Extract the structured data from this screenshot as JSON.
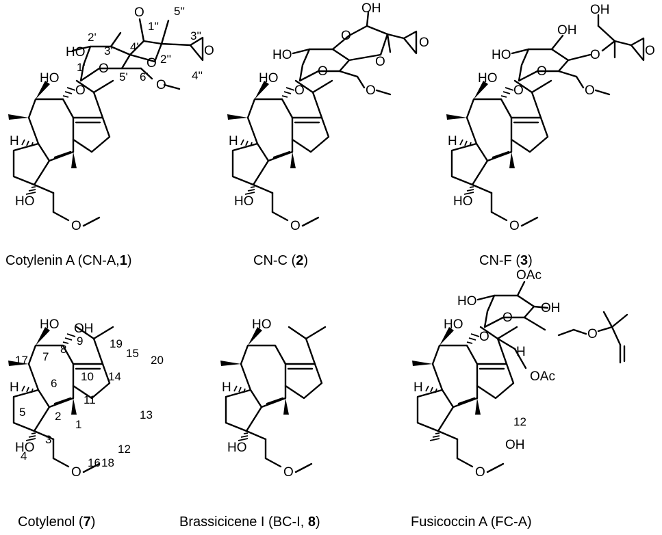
{
  "compounds": [
    {
      "name": "Cotylenin A (CN-A,",
      "bold": "1",
      "tail": ")"
    },
    {
      "name": "CN-C (",
      "bold": "2",
      "tail": ")"
    },
    {
      "name": "CN-F (",
      "bold": "3",
      "tail": ")"
    },
    {
      "name": "Cotylenol (",
      "bold": "7",
      "tail": ")"
    },
    {
      "name": "Brassicicene I (BC-I, ",
      "bold": "8",
      "tail": ")"
    },
    {
      "name": "Fusicoccin A (FC-A)",
      "bold": "",
      "tail": ""
    }
  ],
  "atoms": {
    "oh": "OH",
    "ho": "HO",
    "h": "H",
    "o": "O",
    "oac": "OAc"
  },
  "numbering_cotylenol": [
    "1",
    "2",
    "3",
    "4",
    "5",
    "6",
    "7",
    "8",
    "9",
    "10",
    "11",
    "12",
    "13",
    "14",
    "15",
    "16",
    "17",
    "18",
    "19",
    "20"
  ],
  "numbering_sugar": [
    "1'",
    "2'",
    "3'",
    "4'",
    "5'",
    "6'",
    "1''",
    "2''",
    "3''",
    "4''",
    "5''"
  ],
  "fca_numbering": [
    "12"
  ]
}
